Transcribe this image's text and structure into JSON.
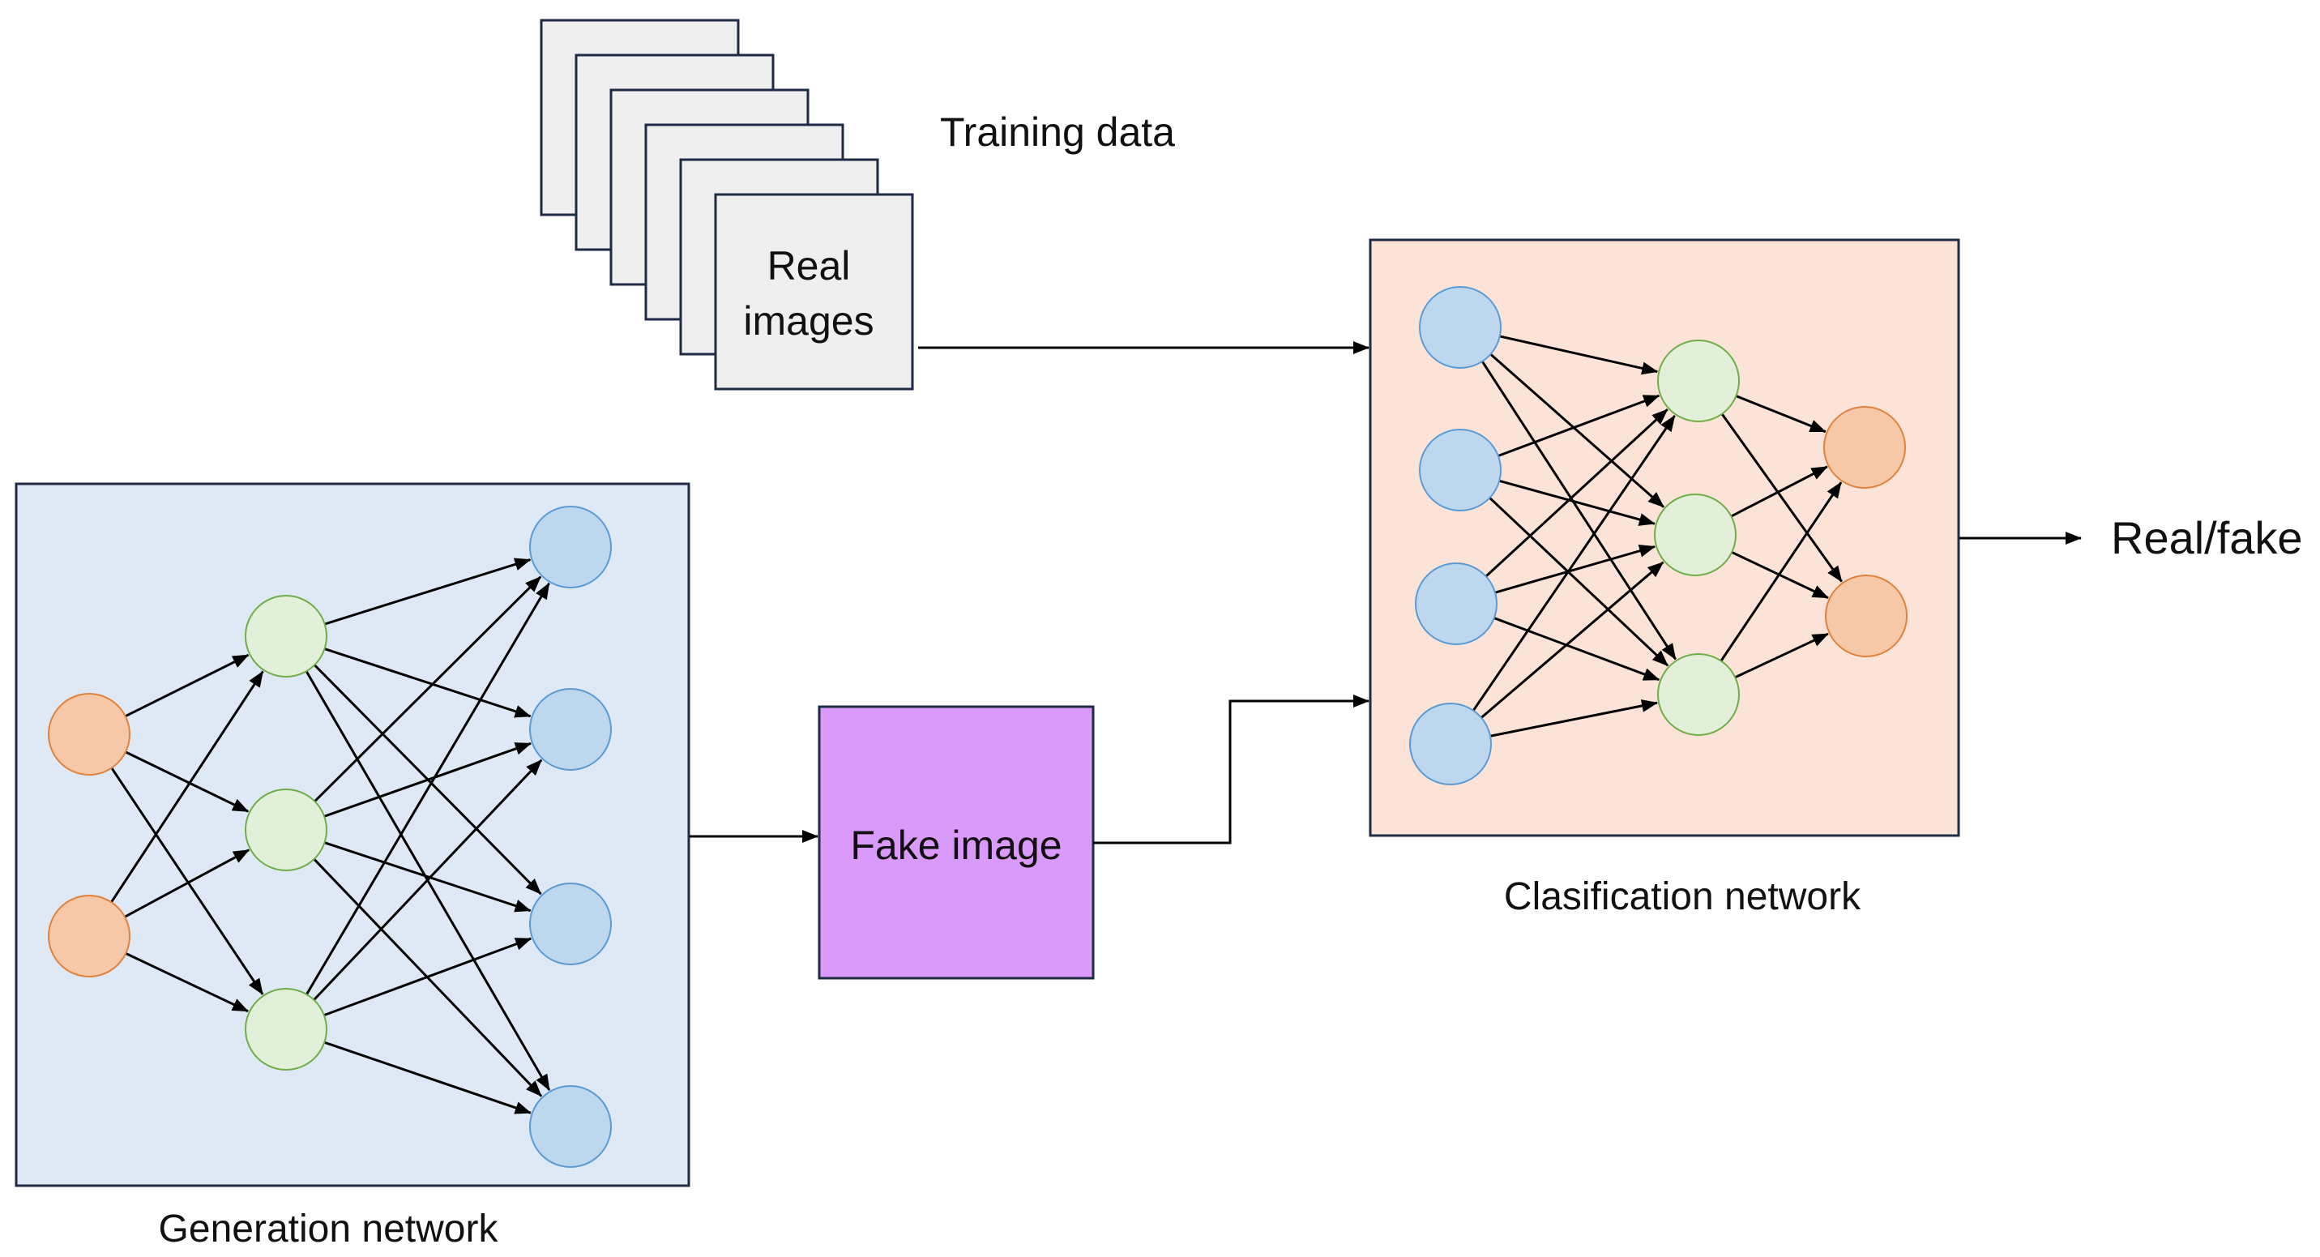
{
  "labels": {
    "training_data": "Training data",
    "real_images_line1": "Real",
    "real_images_line2": "images",
    "fake_image": "Fake image",
    "generation_network": "Generation network",
    "classification_network": "Clasification network",
    "output": "Real/fake"
  },
  "colors": {
    "generator_background": "#DEE9F5",
    "classifier_background": "#FBE4D7",
    "fake_image_fill": "#DA9AF9",
    "real_images_fill": "#EFEFEF",
    "frame_border": "#1F2A44",
    "node_orange_fill": "#F7C8A7",
    "node_orange_stroke": "#E0823D",
    "node_green_fill": "#E2EFD9",
    "node_green_stroke": "#70AD47",
    "node_blue_fill": "#BDD7EE",
    "node_blue_stroke": "#5B9BD5"
  },
  "networks": {
    "generation": {
      "layers": [
        "orange",
        "green",
        "blue"
      ],
      "layer_sizes": [
        2,
        3,
        4
      ],
      "fully_connected": true
    },
    "classification": {
      "layers": [
        "blue",
        "green",
        "orange"
      ],
      "layer_sizes": [
        4,
        3,
        2
      ],
      "fully_connected": true
    }
  },
  "training_data_stack_count": 6
}
